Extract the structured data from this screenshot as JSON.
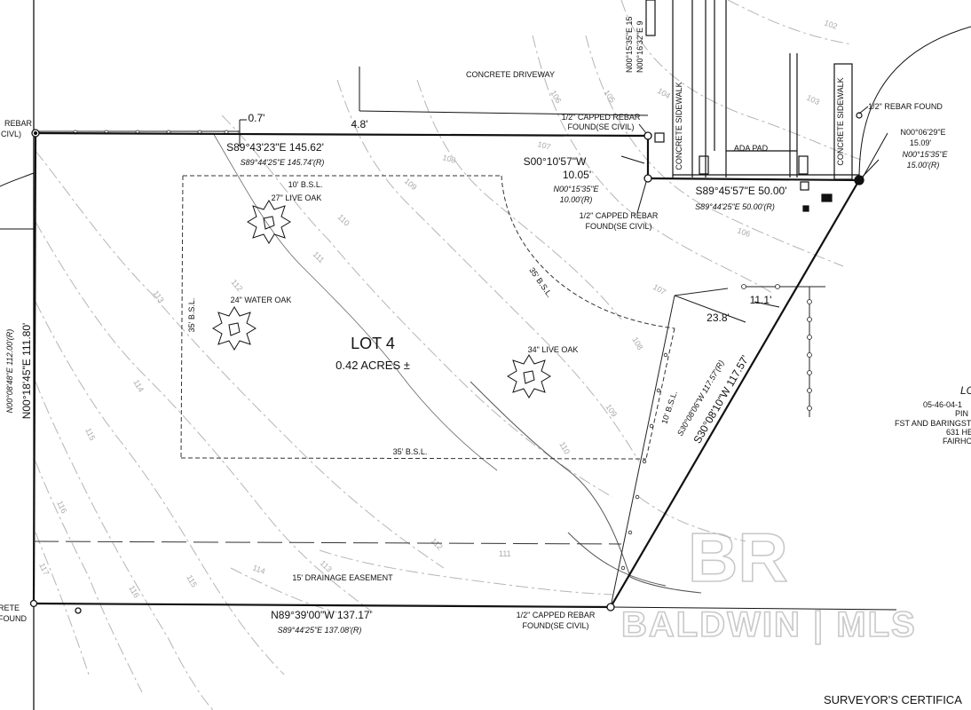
{
  "lot": {
    "name": "LOT 4",
    "area": "0.42 ACRES ±"
  },
  "bearings": {
    "north_line": "S89°43'23\"E 145.62'",
    "north_line_record": "S89°44'25\"E 145.74'(R)",
    "east_offset": "S00°10'57\"W",
    "east_offset_dist": "10.05'",
    "east_offset_record": "N00°15'35\"E",
    "east_offset_record_dist": "10.00'(R)",
    "ne_line": "S89°45'57\"E 50.00'",
    "ne_line_record": "S89°44'25\"E 50.00'(R)",
    "far_east": "N00°06'29\"E",
    "far_east_dist": "15.09'",
    "far_east_record": "N00°15'35\"E",
    "far_east_record_dist": "15.00'(R)",
    "diagonal": "S30°08'10\"W 117.57'",
    "diagonal_record": "S30°08'06\"W 117.57'(R)",
    "south_line": "N89°39'00\"W 137.17'",
    "south_line_record": "S89°44'25\"E 137.08'(R)",
    "west_line": "N00°18'45\"E 111.80'",
    "west_line_record": "N00°08'48\"E 112.00'(R)",
    "top_vertical_a": "N00°15'35\"E 15",
    "top_vertical_b": "N00°16'32\"E 9"
  },
  "labels": {
    "concrete_driveway": "CONCRETE DRIVEWAY",
    "capped_rebar_1a": "1/2\" CAPPED REBAR",
    "capped_rebar_1b": "FOUND(SE CIVIL)",
    "capped_rebar_2a": "1/2\" CAPPED REBAR",
    "capped_rebar_2b": "FOUND(SE CIVIL)",
    "capped_rebar_3a": "1/2\" CAPPED REBAR",
    "capped_rebar_3b": "FOUND(SE CIVIL)",
    "rebar_found": "1/2\" REBAR FOUND",
    "rebar_left_a": "REBAR",
    "rebar_left_b": "CIVL)",
    "crete_found_a": "RETE",
    "crete_found_b": "FOUND",
    "concrete_sidewalk_1": "CONCRETE SIDEWALK",
    "concrete_sidewalk_2": "CONCRETE SIDEWALK",
    "ada_pad": "ADA PAD",
    "bsl_10_top": "10' B.S.L.",
    "bsl_35_left": "35' B.S.L.",
    "bsl_35_bottom": "35' B.S.L.",
    "bsl_35_curve": "35' B.S.L.",
    "bsl_10_diag": "10' B.S.L.",
    "tree_1": "27\" LIVE OAK",
    "tree_2": "24\" WATER OAK",
    "tree_3": "34\" LIVE OAK",
    "drainage": "15' DRAINAGE EASEMENT",
    "dist_07": "0.7'",
    "dist_48": "4.8'",
    "dist_111": "11.1'",
    "dist_238": "23.8'",
    "surveyor": "SURVEYOR'S CERTIFICA",
    "side_lo": "LO",
    "side_1": "05-46-04-1",
    "side_2": "PIN",
    "side_3": "FST AND BARINGSTO",
    "side_4": "631 HE",
    "side_5": "FAIRHO",
    "watermark_logo": "BR",
    "watermark_text": "BALDWIN | MLS"
  },
  "contours": [
    "102",
    "103",
    "104",
    "105",
    "106",
    "107",
    "108",
    "109",
    "110",
    "111",
    "112",
    "113",
    "114",
    "115",
    "116",
    "117"
  ]
}
